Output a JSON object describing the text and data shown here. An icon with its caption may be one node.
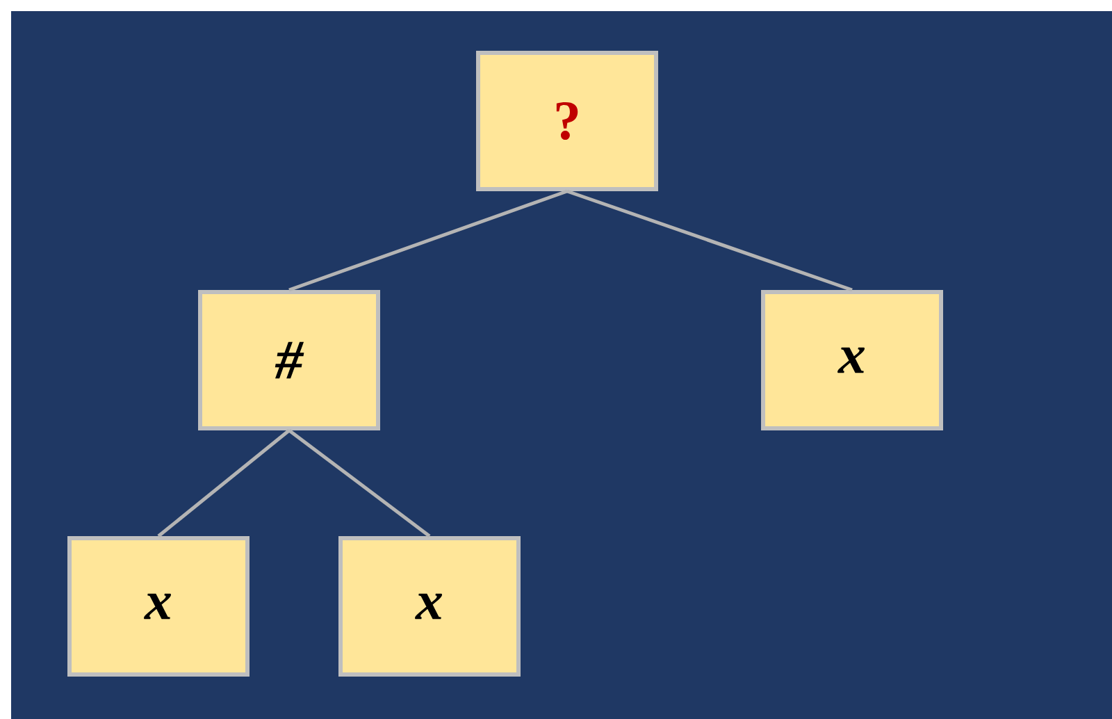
{
  "diagram": {
    "nodes": [
      {
        "text": [
          "?"
        ]
      },
      {
        "text": [
          "#"
        ]
      },
      {
        "text": [
          "x"
        ]
      },
      {
        "text": [
          "x"
        ]
      },
      {
        "text": [
          "x"
        ]
      }
    ],
    "edges": [
      {
        "from": 0,
        "to": 1,
        "arrow": "none"
      },
      {
        "from": 0,
        "to": 2,
        "arrow": "none"
      },
      {
        "from": 1,
        "to": 3,
        "arrow": "none"
      },
      {
        "from": 1,
        "to": 4,
        "arrow": "none"
      }
    ]
  }
}
